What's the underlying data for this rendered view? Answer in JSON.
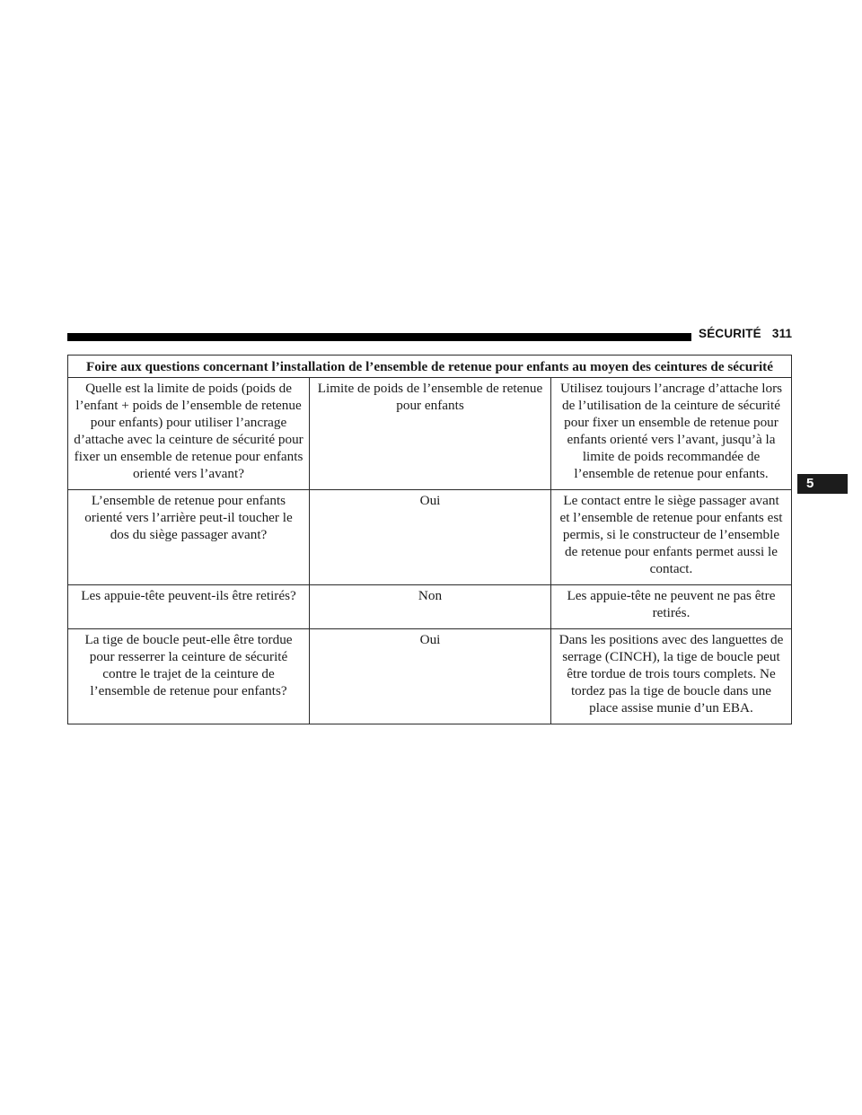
{
  "page_header": {
    "section": "SÉCURITÉ",
    "page_number": "311"
  },
  "chapter_tab": "5",
  "table": {
    "title": "Foire aux questions concernant l’installation de l’ensemble de retenue pour enfants au moyen des ceintures de sécurité",
    "rows": [
      {
        "question": "Quelle est la limite de poids (poids de l’enfant + poids de l’ensemble de retenue pour enfants) pour utiliser l’ancrage d’attache avec la ceinture de sécurité pour fixer un ensemble de retenue pour enfants orienté vers l’avant?",
        "answer": "Limite de poids de l’ensemble de retenue pour enfants",
        "detail": "Utilisez toujours l’ancrage d’attache lors de l’utilisation de la ceinture de sécurité pour fixer un ensemble de retenue pour enfants orienté vers l’avant, jusqu’à la limite de poids recommandée de l’ensemble de retenue pour enfants."
      },
      {
        "question": "L’ensemble de retenue pour enfants orienté vers l’arrière peut-il toucher le dos du siège passager avant?",
        "answer": "Oui",
        "detail": "Le contact entre le siège passager avant et l’ensemble de retenue pour enfants est permis, si le constructeur de l’ensemble de retenue pour enfants permet aussi le contact."
      },
      {
        "question": "Les appuie-tête peuvent-ils être retirés?",
        "answer": "Non",
        "detail": "Les appuie-tête ne peuvent ne pas être retirés."
      },
      {
        "question": "La tige de boucle peut-elle être tordue pour resserrer la ceinture de sécurité contre le trajet de la ceinture de l’ensemble de retenue pour enfants?",
        "answer": "Oui",
        "detail": "Dans les positions avec des languettes de serrage (CINCH), la tige de boucle peut être tordue de trois tours complets. Ne tordez pas la tige de boucle dans une place assise munie d’un EBA."
      }
    ]
  }
}
